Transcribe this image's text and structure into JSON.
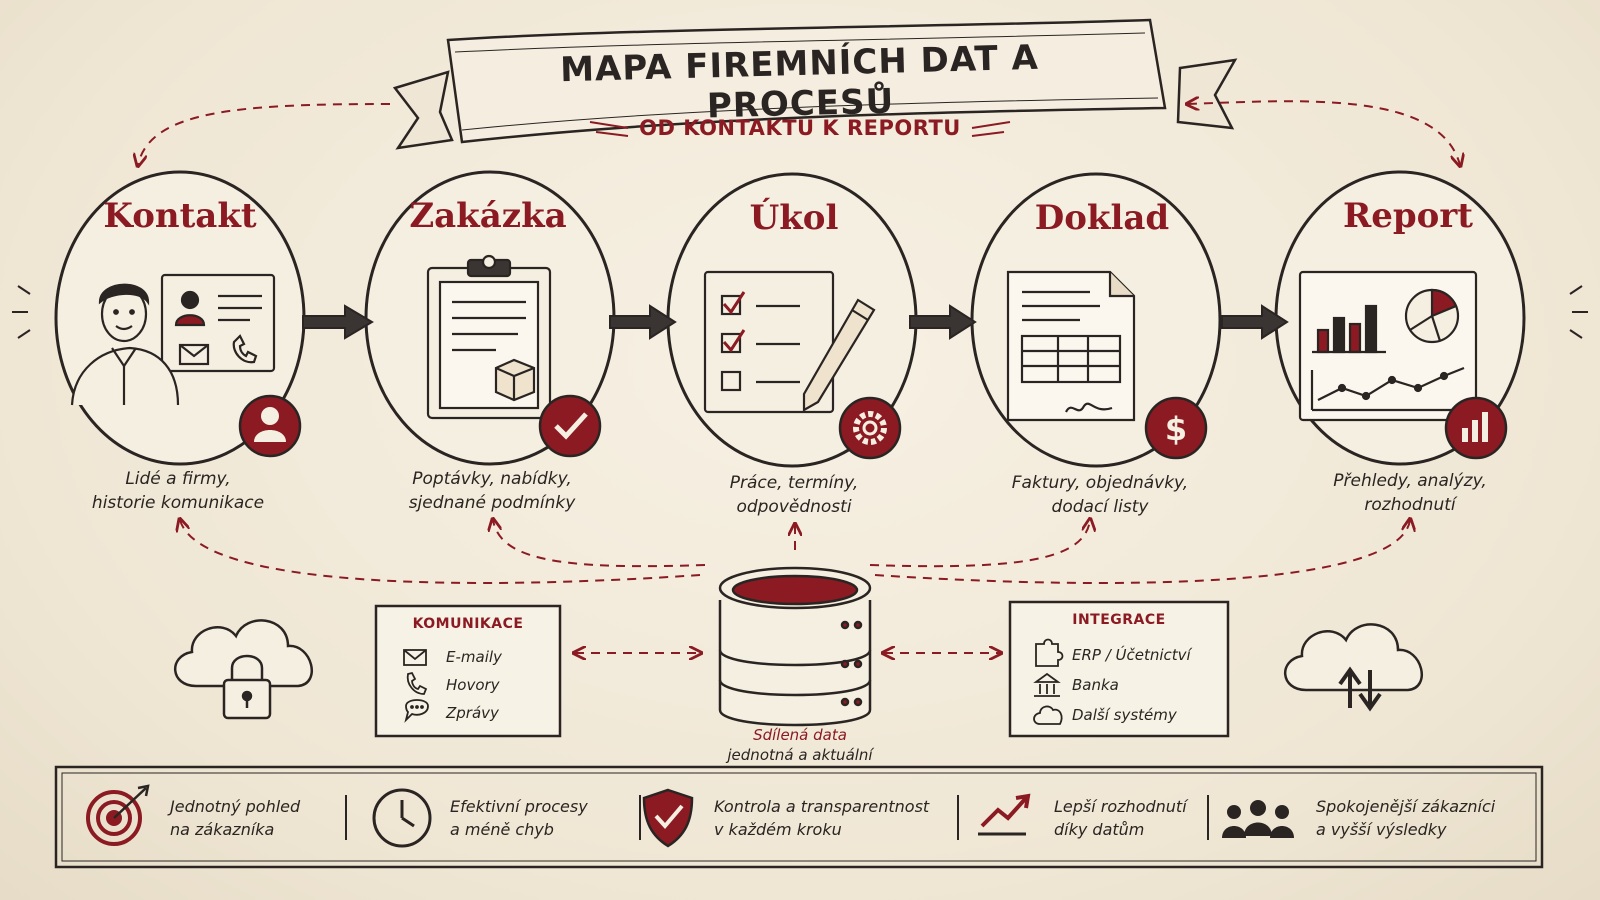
{
  "title": "MAPA FIREMNÍCH DAT A PROCESŮ",
  "subtitle": "OD KONTAKTU K REPORTU",
  "colors": {
    "accent": "#8b1a22",
    "ink": "#2a2522",
    "paper": "#f3ecde"
  },
  "nodes": [
    {
      "title": "Kontakt",
      "desc1": "Lidé a firmy,",
      "desc2": "historie komunikace",
      "badge_icon": "user-icon"
    },
    {
      "title": "Zakázka",
      "desc1": "Poptávky, nabídky,",
      "desc2": "sjednané podmínky",
      "badge_icon": "checkmark-icon"
    },
    {
      "title": "Úkol",
      "desc1": "Práce, termíny,",
      "desc2": "odpovědnosti",
      "badge_icon": "gear-icon"
    },
    {
      "title": "Doklad",
      "desc1": "Faktury, objednávky,",
      "desc2": "dodací listy",
      "badge_icon": "dollar-icon"
    },
    {
      "title": "Report",
      "desc1": "Přehledy, analýzy,",
      "desc2": "rozhodnutí",
      "badge_icon": "bar-chart-icon"
    }
  ],
  "communication": {
    "heading": "KOMUNIKACE",
    "items": [
      {
        "label": "E-maily",
        "icon": "envelope-icon"
      },
      {
        "label": "Hovory",
        "icon": "phone-icon"
      },
      {
        "label": "Zprávy",
        "icon": "chat-bubble-icon"
      }
    ]
  },
  "integration": {
    "heading": "INTEGRACE",
    "items": [
      {
        "label": "ERP / Účetnictví",
        "icon": "puzzle-icon"
      },
      {
        "label": "Banka",
        "icon": "bank-icon"
      },
      {
        "label": "Další systémy",
        "icon": "cloud-icon"
      }
    ]
  },
  "database": {
    "label1": "Sdílená data",
    "label2": "jednotná a aktuální"
  },
  "benefits": [
    {
      "line1": "Jednotný pohled",
      "line2": "na zákazníka",
      "icon": "target-icon"
    },
    {
      "line1": "Efektivní procesy",
      "line2": "a méně chyb",
      "icon": "clock-icon"
    },
    {
      "line1": "Kontrola a transparentnost",
      "line2": "v každém kroku",
      "icon": "shield-check-icon"
    },
    {
      "line1": "Lepší rozhodnutí",
      "line2": "díky datům",
      "icon": "trend-up-icon"
    },
    {
      "line1": "Spokojenější zákazníci",
      "line2": "a vyšší výsledky",
      "icon": "people-icon"
    }
  ]
}
